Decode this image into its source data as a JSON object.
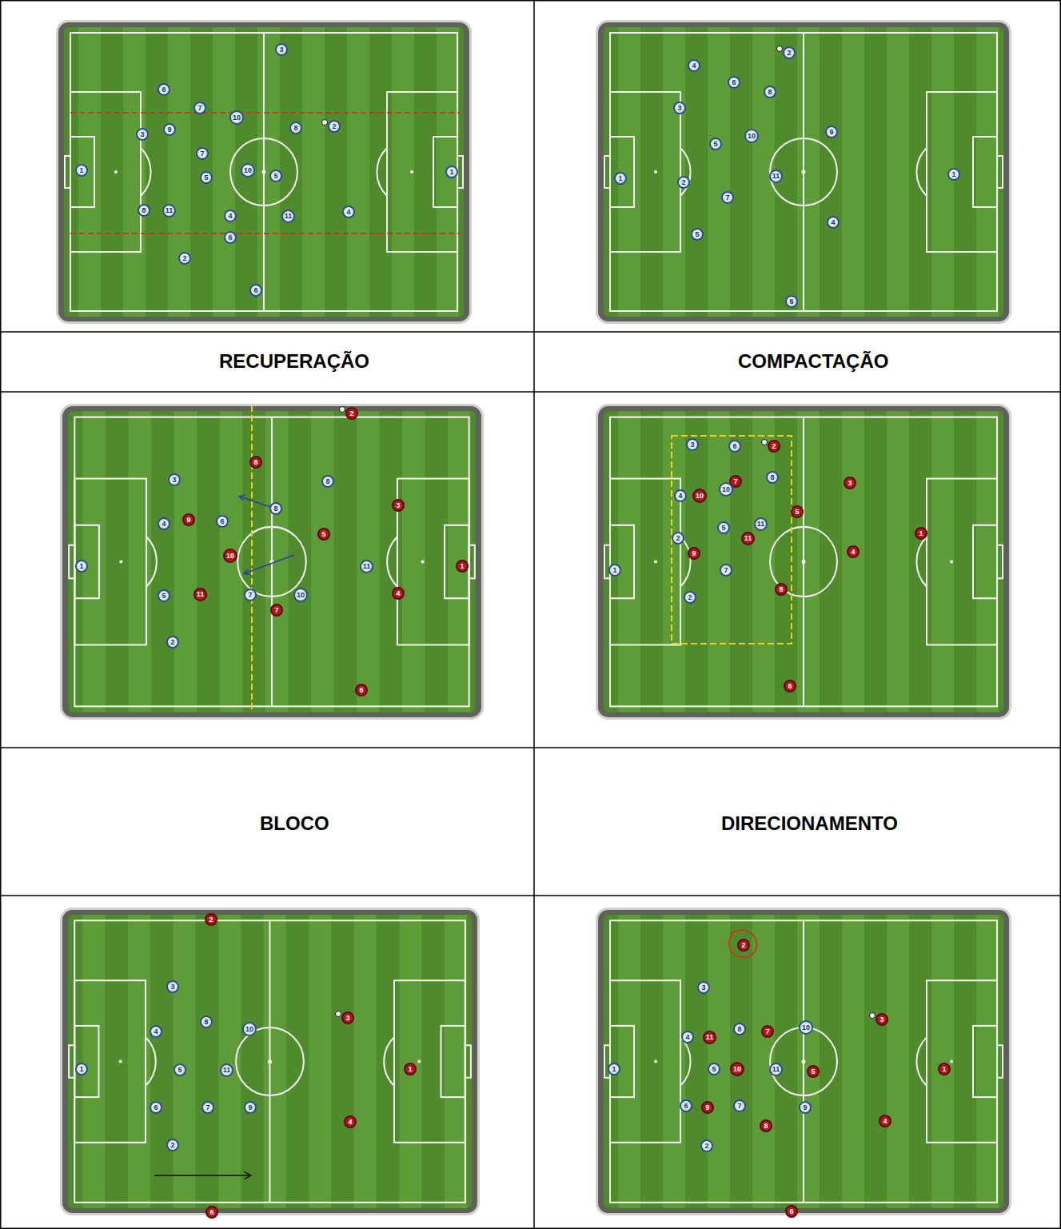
{
  "diagram": {
    "nodes": [
      {
        "text": [
          "3"
        ]
      },
      {
        "text": [
          "6"
        ]
      },
      {
        "text": [
          "7"
        ]
      },
      {
        "text": [
          "10"
        ]
      },
      {
        "text": [
          "8"
        ]
      },
      {
        "text": [
          "2"
        ]
      },
      {
        "text": [
          "3"
        ]
      },
      {
        "text": [
          "9"
        ]
      },
      {
        "text": [
          "7"
        ]
      },
      {
        "text": [
          "1"
        ]
      },
      {
        "text": [
          "10"
        ]
      },
      {
        "text": [
          "5"
        ]
      },
      {
        "text": [
          "5"
        ]
      },
      {
        "text": [
          "1"
        ]
      },
      {
        "text": [
          "8"
        ]
      },
      {
        "text": [
          "11"
        ]
      },
      {
        "text": [
          "4"
        ]
      },
      {
        "text": [
          "11"
        ]
      },
      {
        "text": [
          "4"
        ]
      },
      {
        "text": [
          "6"
        ]
      },
      {
        "text": [
          "2"
        ]
      },
      {
        "text": [
          "6"
        ]
      },
      {
        "text": [
          "2"
        ]
      },
      {
        "text": [
          "4"
        ]
      },
      {
        "text": [
          "6"
        ]
      },
      {
        "text": [
          "8"
        ]
      },
      {
        "text": [
          "3"
        ]
      },
      {
        "text": [
          "9"
        ]
      },
      {
        "text": [
          "10"
        ]
      },
      {
        "text": [
          "5"
        ]
      },
      {
        "text": [
          "1"
        ]
      },
      {
        "text": [
          "2"
        ]
      },
      {
        "text": [
          "11"
        ]
      },
      {
        "text": [
          "1"
        ]
      },
      {
        "text": [
          "7"
        ]
      },
      {
        "text": [
          "4"
        ]
      },
      {
        "text": [
          "5"
        ]
      },
      {
        "text": [
          "6"
        ]
      },
      {
        "text": [
          "2"
        ]
      },
      {
        "text": [
          "8"
        ]
      },
      {
        "text": [
          "3"
        ]
      },
      {
        "text": [
          "8"
        ]
      },
      {
        "text": [
          "8"
        ]
      },
      {
        "text": [
          "3"
        ]
      },
      {
        "text": [
          "9"
        ]
      },
      {
        "text": [
          "4"
        ]
      },
      {
        "text": [
          "6"
        ]
      },
      {
        "text": [
          "5"
        ]
      },
      {
        "text": [
          "10"
        ]
      },
      {
        "text": [
          "1"
        ]
      },
      {
        "text": [
          "11"
        ]
      },
      {
        "text": [
          "1"
        ]
      },
      {
        "text": [
          "11"
        ]
      },
      {
        "text": [
          "5"
        ]
      },
      {
        "text": [
          "7"
        ]
      },
      {
        "text": [
          "10"
        ]
      },
      {
        "text": [
          "4"
        ]
      },
      {
        "text": [
          "7"
        ]
      },
      {
        "text": [
          "2"
        ]
      },
      {
        "text": [
          "6"
        ]
      },
      {
        "text": [
          "3"
        ]
      },
      {
        "text": [
          "6"
        ]
      },
      {
        "text": [
          "2"
        ]
      },
      {
        "text": [
          "8"
        ]
      },
      {
        "text": [
          "7"
        ]
      },
      {
        "text": [
          "3"
        ]
      },
      {
        "text": [
          "4"
        ]
      },
      {
        "text": [
          "10"
        ]
      },
      {
        "text": [
          "10"
        ]
      },
      {
        "text": [
          "5"
        ]
      },
      {
        "text": [
          "11"
        ]
      },
      {
        "text": [
          "5"
        ]
      },
      {
        "text": [
          "11"
        ]
      },
      {
        "text": [
          "2"
        ]
      },
      {
        "text": [
          "9"
        ]
      },
      {
        "text": [
          "1"
        ]
      },
      {
        "text": [
          "4"
        ]
      },
      {
        "text": [
          "1"
        ]
      },
      {
        "text": [
          "7"
        ]
      },
      {
        "text": [
          "8"
        ]
      },
      {
        "text": [
          "2"
        ]
      },
      {
        "text": [
          "6"
        ]
      },
      {
        "text": [
          "2"
        ]
      },
      {
        "text": [
          "3"
        ]
      },
      {
        "text": [
          "8"
        ]
      },
      {
        "text": [
          "10"
        ]
      },
      {
        "text": [
          "3"
        ]
      },
      {
        "text": [
          "4"
        ]
      },
      {
        "text": [
          "1"
        ]
      },
      {
        "text": [
          "5"
        ]
      },
      {
        "text": [
          "11"
        ]
      },
      {
        "text": [
          "1"
        ]
      },
      {
        "text": [
          "6"
        ]
      },
      {
        "text": [
          "7"
        ]
      },
      {
        "text": [
          "9"
        ]
      },
      {
        "text": [
          "4"
        ]
      },
      {
        "text": [
          "2"
        ]
      },
      {
        "text": [
          "6"
        ]
      },
      {
        "text": [
          "2"
        ]
      },
      {
        "text": [
          "3"
        ]
      },
      {
        "text": [
          "3"
        ]
      },
      {
        "text": [
          "8"
        ]
      },
      {
        "text": [
          "7"
        ]
      },
      {
        "text": [
          "10"
        ]
      },
      {
        "text": [
          "4"
        ]
      },
      {
        "text": [
          "11"
        ]
      },
      {
        "text": [
          "1"
        ]
      },
      {
        "text": [
          "5"
        ]
      },
      {
        "text": [
          "10"
        ]
      },
      {
        "text": [
          "11"
        ]
      },
      {
        "text": [
          "5"
        ]
      },
      {
        "text": [
          "1"
        ]
      },
      {
        "text": [
          "6"
        ]
      },
      {
        "text": [
          "9"
        ]
      },
      {
        "text": [
          "7"
        ]
      },
      {
        "text": [
          "9"
        ]
      },
      {
        "text": [
          "8"
        ]
      },
      {
        "text": [
          "4"
        ]
      },
      {
        "text": [
          "2"
        ]
      },
      {
        "text": [
          "6"
        ]
      }
    ],
    "labels": [
      "RECUPERAÇÃO",
      "COMPACTAÇÃO",
      "BLOCO",
      "DIRECIONAMENTO"
    ]
  }
}
